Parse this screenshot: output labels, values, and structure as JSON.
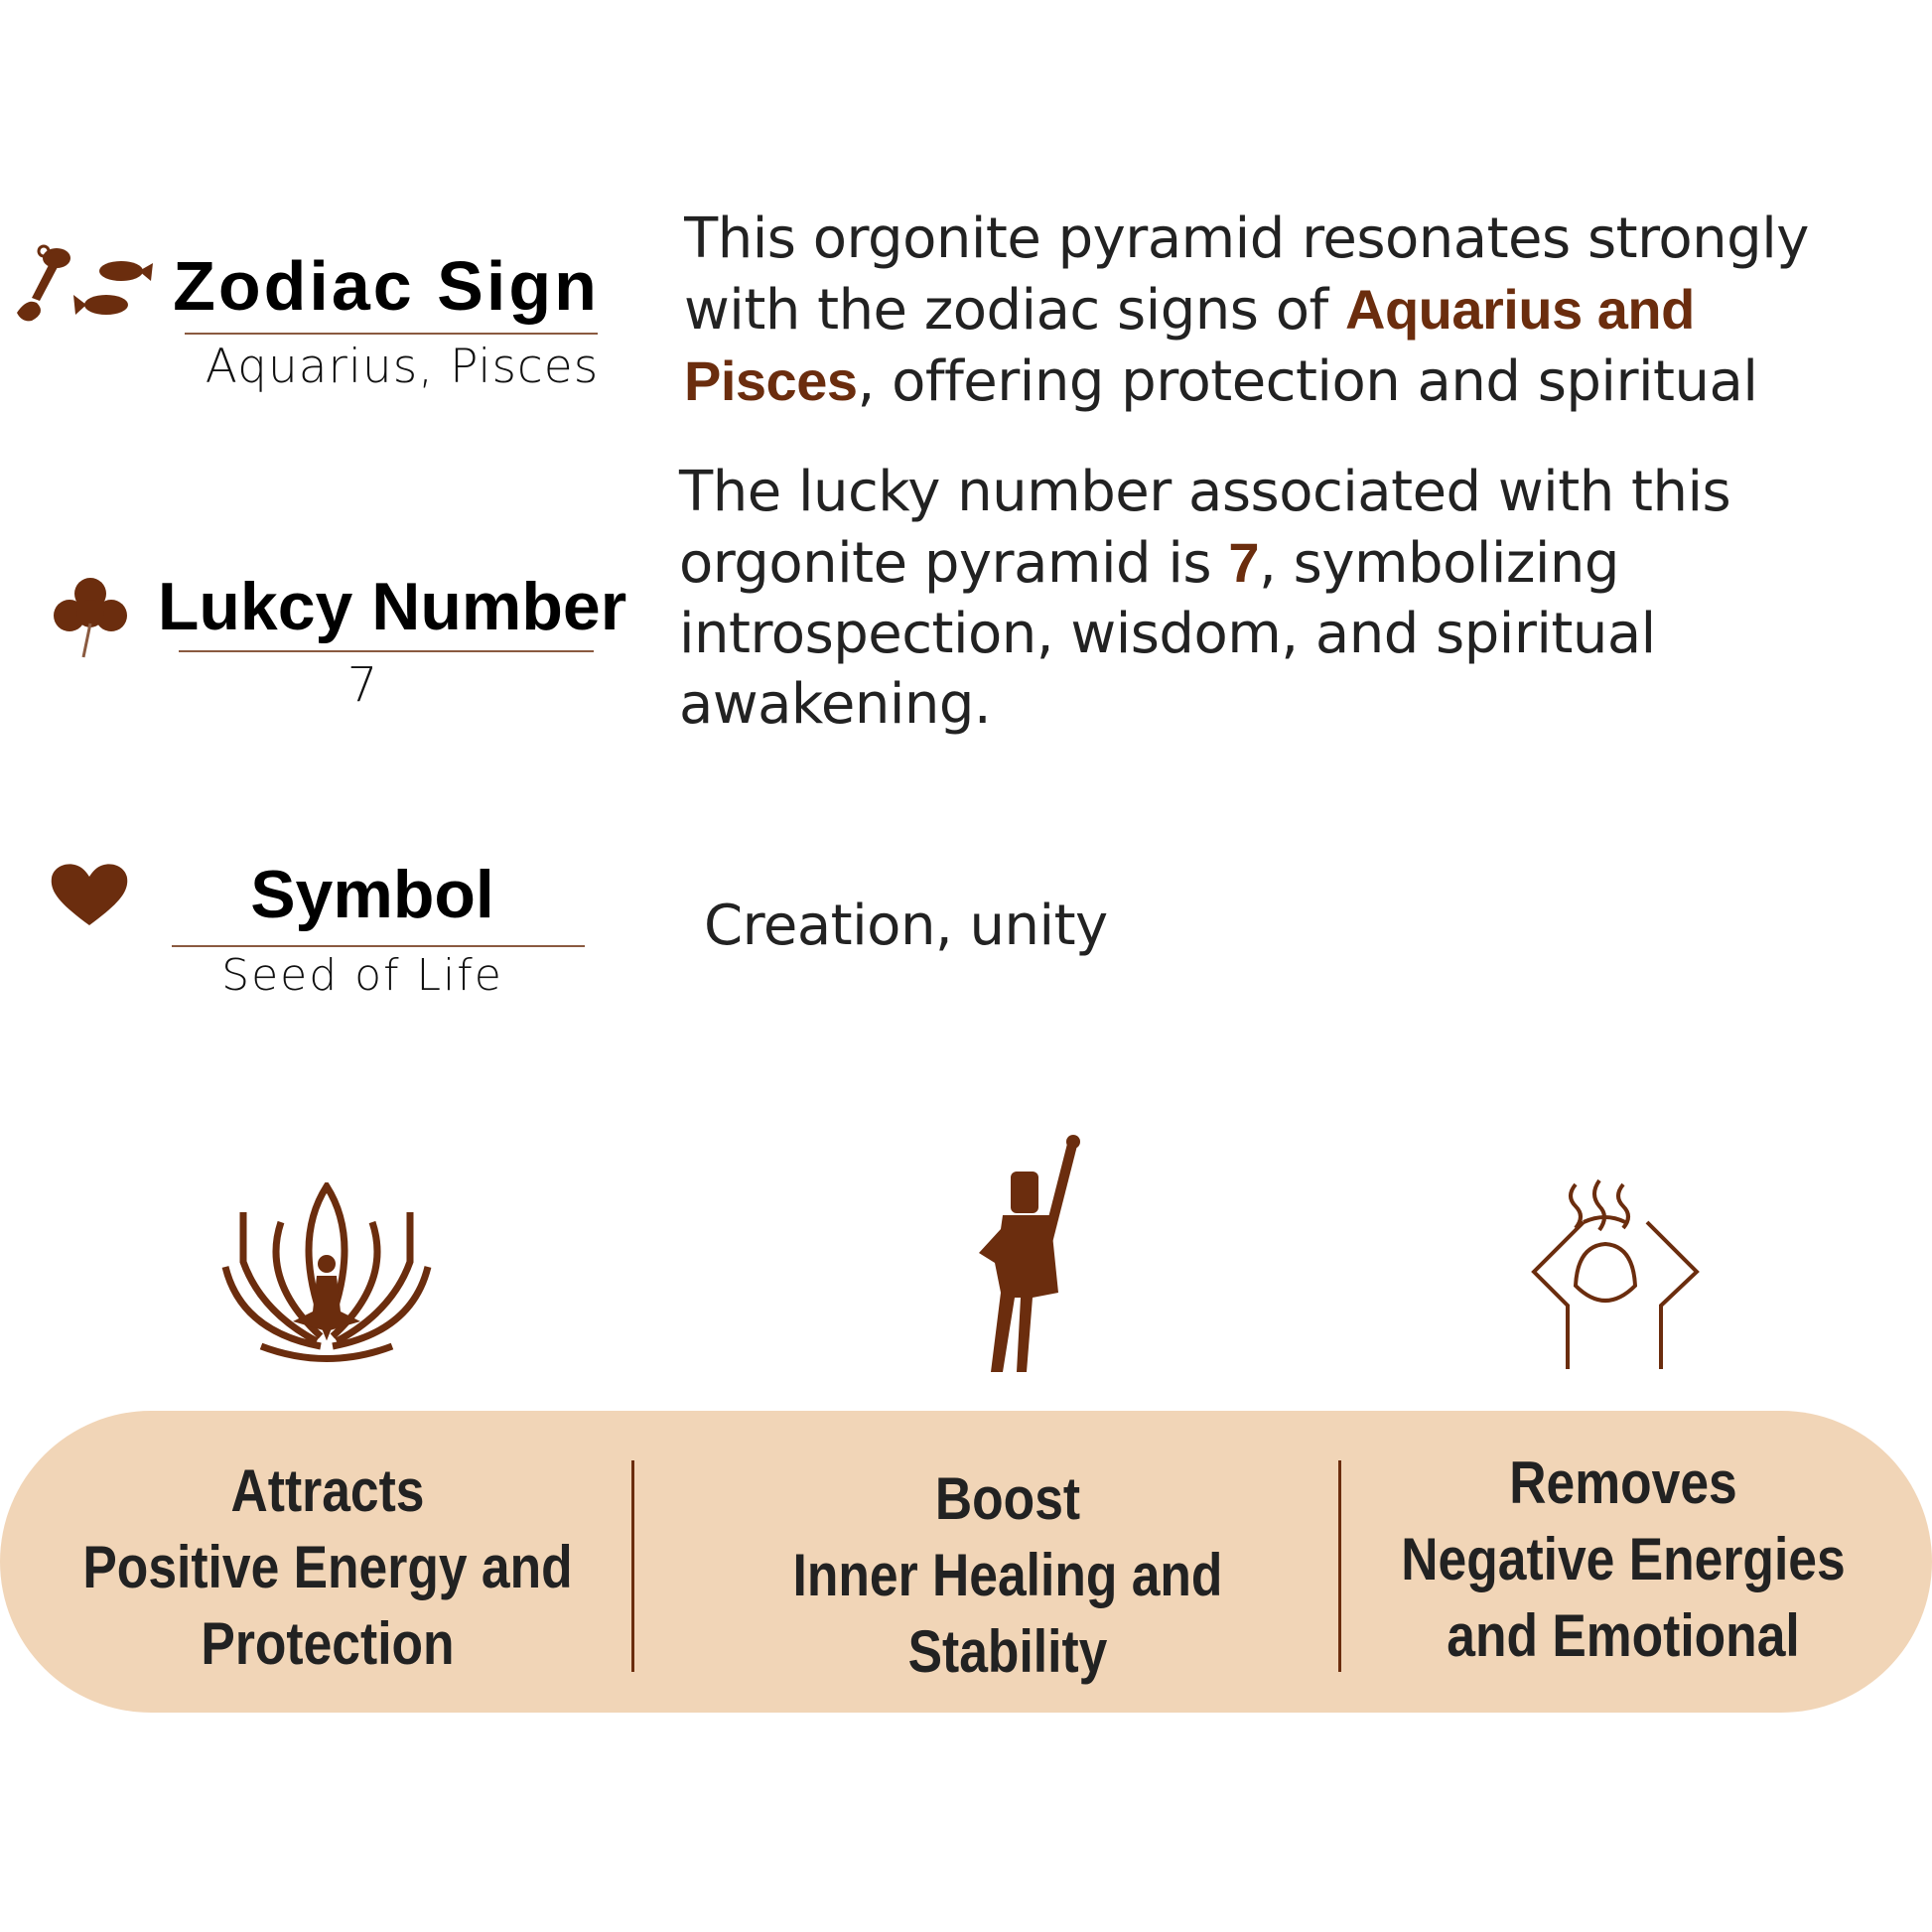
{
  "colors": {
    "accent": "#6b2d0e",
    "pill": "#f1d5b7"
  },
  "zodiac": {
    "icon": "aquarius-pisces-icon",
    "title": "Zodiac Sign",
    "value": "Aquarius, Pisces",
    "desc_pre": "This orgonite pyramid resonates strongly with the zodiac signs of ",
    "desc_hl": "Aquarius and Pisces",
    "desc_post": ", offering protection and spiritual"
  },
  "lucky": {
    "icon": "clover-icon",
    "title": "Lukcy Number",
    "value": "7",
    "desc_pre": "The lucky number associated with this orgonite pyramid is ",
    "desc_hl": "7",
    "desc_post": ", symbolizing introspection, wisdom, and spiritual awakening."
  },
  "symbol": {
    "icon": "heart-icon",
    "title": "Symbol",
    "value": "Seed of Life",
    "desc": "Creation, unity"
  },
  "benefits": [
    {
      "icon": "lotus-meditation-icon",
      "line1": "Attracts",
      "line2": "Positive Energy and",
      "line3": "Protection"
    },
    {
      "icon": "raised-fist-person-icon",
      "line1": "Boost",
      "line2": "Inner Healing and",
      "line3": "Stability"
    },
    {
      "icon": "head-stress-icon",
      "line1": "Removes",
      "line2": "Negative Energies",
      "line3": "and Emotional"
    }
  ]
}
